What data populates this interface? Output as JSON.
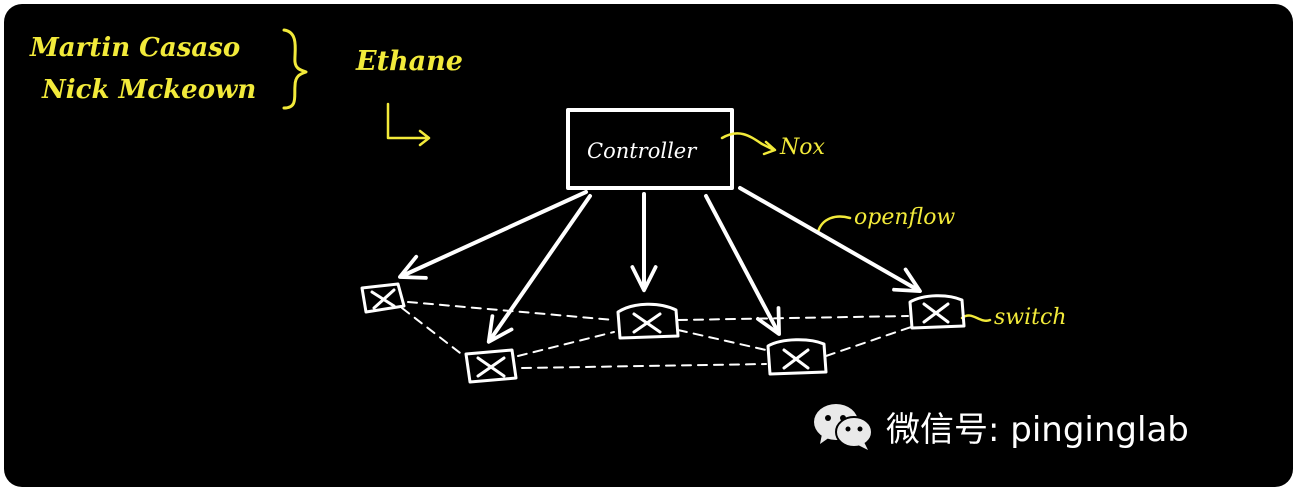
{
  "authors": [
    "Martin Casaso",
    "Nick Mckeown"
  ],
  "project": "Ethane",
  "controller": {
    "label": "Controller",
    "annotation": "Nox"
  },
  "protocol_label": "openflow",
  "switch_label": "switch",
  "watermark": {
    "text": "微信号: pinginglab",
    "icon": "wechat-icon"
  },
  "colors": {
    "background": "#000000",
    "annotation": "#f2ea3a",
    "diagram": "#ffffff"
  }
}
